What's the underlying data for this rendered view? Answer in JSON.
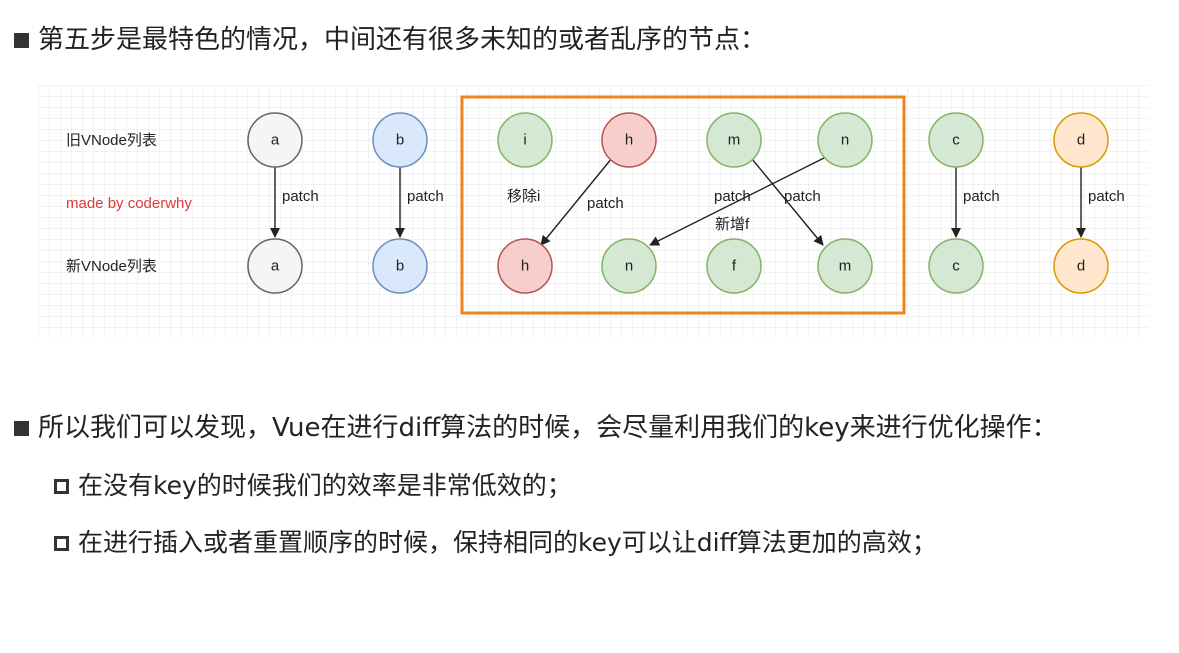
{
  "heading1": "第五步是最特色的情况，中间还有很多未知的或者乱序的节点：",
  "diagram": {
    "row_labels": {
      "old": "旧VNode列表",
      "new": "新VNode列表"
    },
    "watermark": "made by coderwhy",
    "old_nodes": [
      "a",
      "b",
      "i",
      "h",
      "m",
      "n",
      "c",
      "d"
    ],
    "new_nodes": [
      "a",
      "b",
      "h",
      "n",
      "f",
      "m",
      "c",
      "d"
    ],
    "edge_labels": {
      "patch_a": "patch",
      "patch_b": "patch",
      "remove_i": "移除i",
      "patch_h": "patch",
      "patch_n": "patch",
      "patch_m": "patch",
      "add_f": "新增f",
      "patch_c": "patch",
      "patch_d": "patch"
    },
    "colors": {
      "gray_fill": "#f5f5f5",
      "gray_stroke": "#666666",
      "blue_fill": "#dae8fc",
      "blue_stroke": "#6c8ebf",
      "green_fill": "#d5e8d4",
      "green_stroke": "#82b366",
      "red_fill": "#f8cecc",
      "red_stroke": "#b85450",
      "orange_fill": "#ffe6cc",
      "orange_stroke": "#d79b00",
      "box_stroke": "#f0841c"
    }
  },
  "heading2": "所以我们可以发现，Vue在进行diff算法的时候，会尽量利用我们的key来进行优化操作：",
  "sub1": "在没有key的时候我们的效率是非常低效的；",
  "sub2": "在进行插入或者重置顺序的时候，保持相同的key可以让diff算法更加的高效；"
}
